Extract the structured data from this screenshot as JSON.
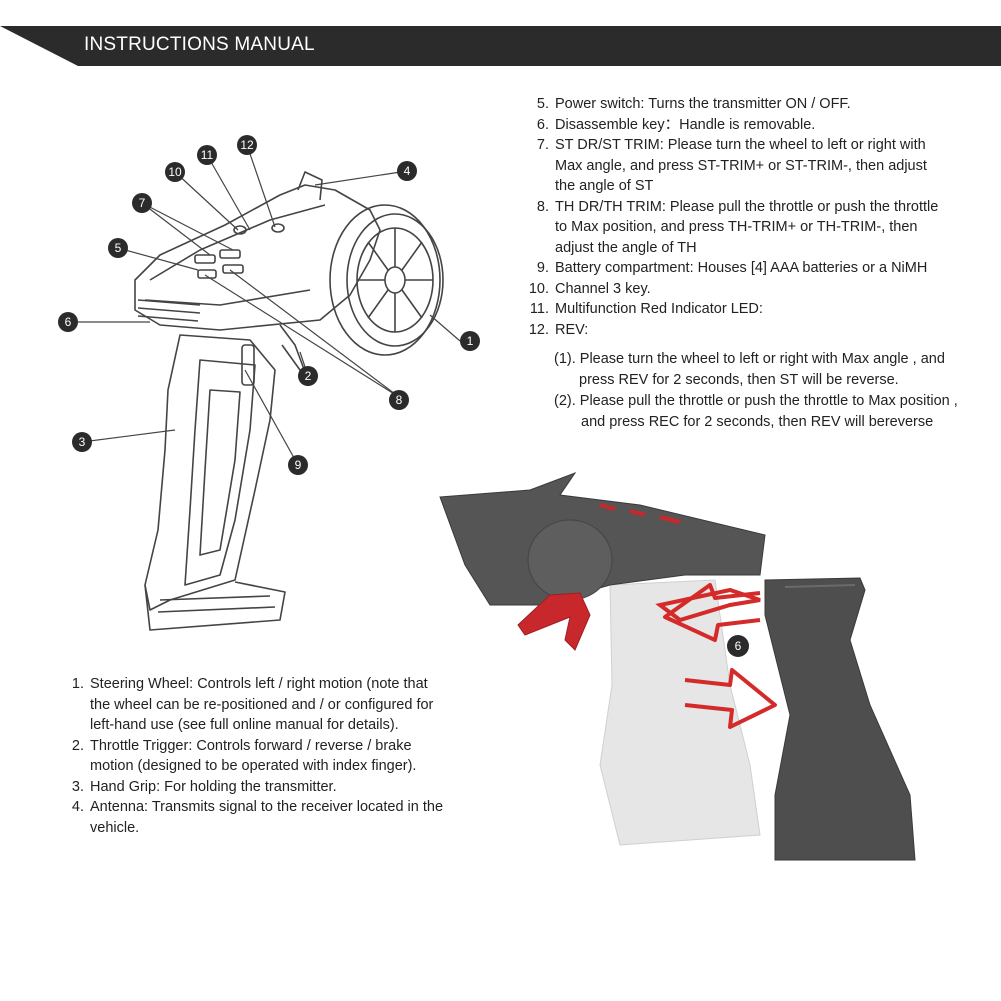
{
  "header": {
    "title": "INSTRUCTIONS MANUAL"
  },
  "callouts": [
    "1",
    "2",
    "3",
    "4",
    "5",
    "6",
    "7",
    "8",
    "9",
    "10",
    "11",
    "12"
  ],
  "photo_callout": "6",
  "list_left": [
    {
      "num": "1.",
      "lines": [
        "Steering Wheel: Controls left / right motion (note that",
        "the wheel can be re-positioned and / or configured for",
        "left-hand use (see full online manual for details)."
      ]
    },
    {
      "num": "2.",
      "lines": [
        "Throttle Trigger: Controls forward / reverse / brake",
        "motion (designed to be operated with index finger)."
      ]
    },
    {
      "num": "3.",
      "lines": [
        "Hand Grip: For holding the transmitter."
      ]
    },
    {
      "num": "4.",
      "lines": [
        "Antenna: Transmits signal to the receiver located in the",
        "vehicle."
      ]
    }
  ],
  "list_right": [
    {
      "num": "5.",
      "lines": [
        "Power switch: Turns the transmitter ON / OFF."
      ]
    },
    {
      "num": "6.",
      "lines": [
        "Disassemble key：Handle is removable."
      ]
    },
    {
      "num": "7.",
      "lines": [
        "ST DR/ST TRIM: Please turn the wheel to left or right with",
        "Max angle, and press ST-TRIM+ or ST-TRIM-, then adjust",
        "the angle of ST"
      ]
    },
    {
      "num": "8.",
      "lines": [
        "TH DR/TH TRIM: Please pull the throttle or push the throttle",
        "to Max position, and press TH-TRIM+ or TH-TRIM-, then",
        "adjust the angle of TH"
      ]
    },
    {
      "num": "9.",
      "lines": [
        "Battery compartment: Houses [4] AAA batteries or a NiMH"
      ]
    },
    {
      "num": "10.",
      "lines": [
        "Channel 3 key."
      ]
    },
    {
      "num": "11.",
      "lines": [
        "Multifunction Red Indicator LED:"
      ]
    },
    {
      "num": "12.",
      "lines": [
        "REV:"
      ]
    }
  ],
  "rev_sub": [
    {
      "num": "(1).",
      "lines": [
        "Please turn the wheel to left or right with Max angle , and",
        "press REV for 2 seconds, then ST will be reverse."
      ]
    },
    {
      "num": "(2).",
      "lines": [
        "Please pull the throttle or push the throttle to Max position ,",
        "and press REC for 2 seconds, then REV will bereverse"
      ]
    }
  ],
  "colors": {
    "banner": "#2b2b2b",
    "trigger_red": "#c8282c",
    "arrow_red": "#d42a2a",
    "body_dark": "#4a4a4a"
  }
}
